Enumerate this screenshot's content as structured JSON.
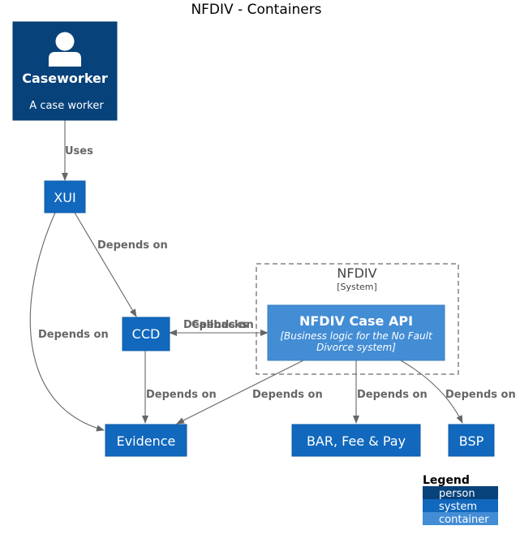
{
  "title": "NFDIV - Containers",
  "colors": {
    "person": "#08427B",
    "system": "#1168BD",
    "container": "#438DD5",
    "edge": "#666666",
    "text": "#ffffff"
  },
  "nodes": {
    "caseworker": {
      "name": "Caseworker",
      "description": "A case worker",
      "icon": "person-icon"
    },
    "xui": {
      "name": "XUI"
    },
    "ccd": {
      "name": "CCD"
    },
    "evidence": {
      "name": "Evidence"
    },
    "nfdiv_api": {
      "name": "NFDIV Case API",
      "description_line1": "[Business logic for the No Fault",
      "description_line2": "Divorce system]"
    },
    "bar": {
      "name": "BAR, Fee & Pay"
    },
    "bsp": {
      "name": "BSP"
    }
  },
  "boundary": {
    "name": "NFDIV",
    "type": "[System]"
  },
  "edges": {
    "uses": "Uses",
    "xui_ccd": "Depends on",
    "xui_evidence": "Depends on",
    "ccd_evidence": "Depends on",
    "api_evidence": "Depends on",
    "api_bar": "Depends on",
    "api_bsp": "Depends on",
    "ccd_api_callbacks": "Callbacks",
    "api_ccd_depends": "Depends on"
  },
  "legend": {
    "title": "Legend",
    "items": [
      "person",
      "system",
      "container"
    ]
  }
}
